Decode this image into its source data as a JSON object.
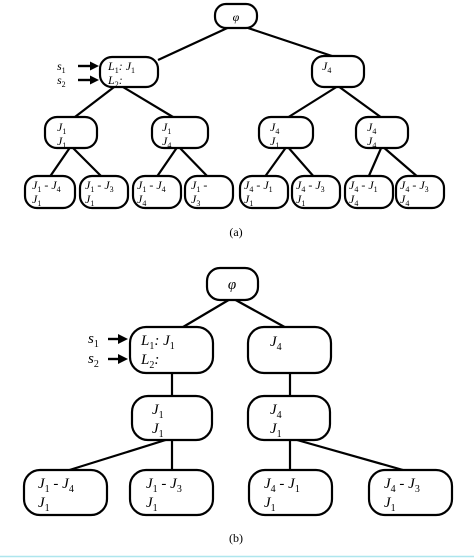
{
  "diagram_a": {
    "caption": "(a)",
    "root": "φ",
    "signal_1": "s1",
    "signal_2": "s2",
    "level1_left": {
      "line1": "L1: J1",
      "line2": "L2:"
    },
    "level1_right": {
      "line1": "J4"
    },
    "level2": [
      {
        "line1": "J1",
        "line2": "J1"
      },
      {
        "line1": "J1",
        "line2": "J4"
      },
      {
        "line1": "J4",
        "line2": "J1"
      },
      {
        "line1": "J4",
        "line2": "J4"
      }
    ],
    "level3": [
      {
        "line1": "J1 - J4",
        "line2": "J1"
      },
      {
        "line1": "J1 - J3",
        "line2": "J1"
      },
      {
        "line1": "J1 - J4",
        "line2": "J4"
      },
      {
        "line1": "J1 -",
        "line2": "J3"
      },
      {
        "line1": "J4 - J1",
        "line2": "J1"
      },
      {
        "line1": "J4 - J3",
        "line2": "J1"
      },
      {
        "line1": "J4 - J1",
        "line2": "J4"
      },
      {
        "line1": "J4 - J3",
        "line2": "J4"
      }
    ]
  },
  "diagram_b": {
    "caption": "(b)",
    "root": "φ",
    "signal_1": "s1",
    "signal_2": "s2",
    "level1_left": {
      "line1": "L1: J1",
      "line2": "L2:"
    },
    "level1_right": {
      "line1": "J4"
    },
    "level2": [
      {
        "line1": "J1",
        "line2": "J1"
      },
      {
        "line1": "J4",
        "line2": "J1"
      }
    ],
    "level3": [
      {
        "line1": "J1 - J4",
        "line2": "J1"
      },
      {
        "line1": "J1 - J3",
        "line2": "J1"
      },
      {
        "line1": "J4 - J1",
        "line2": "J1"
      },
      {
        "line1": "J4 - J3",
        "line2": "J1"
      }
    ]
  }
}
